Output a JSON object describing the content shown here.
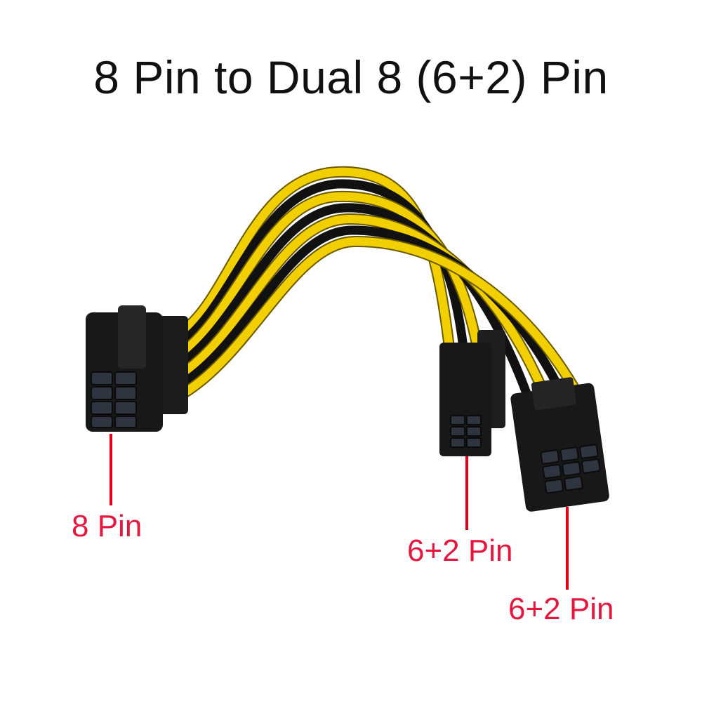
{
  "title": "8 Pin to Dual 8 (6+2) Pin",
  "labels": {
    "input_connector": "8 Pin",
    "output_connector_1": "6+2 Pin",
    "output_connector_2": "6+2 Pin"
  },
  "colors": {
    "label": "#e5173f",
    "pointer_line": "#e0001b",
    "wire_yellow": "#f2cf00",
    "wire_black": "#1b1b1b",
    "connector": "#161616"
  }
}
